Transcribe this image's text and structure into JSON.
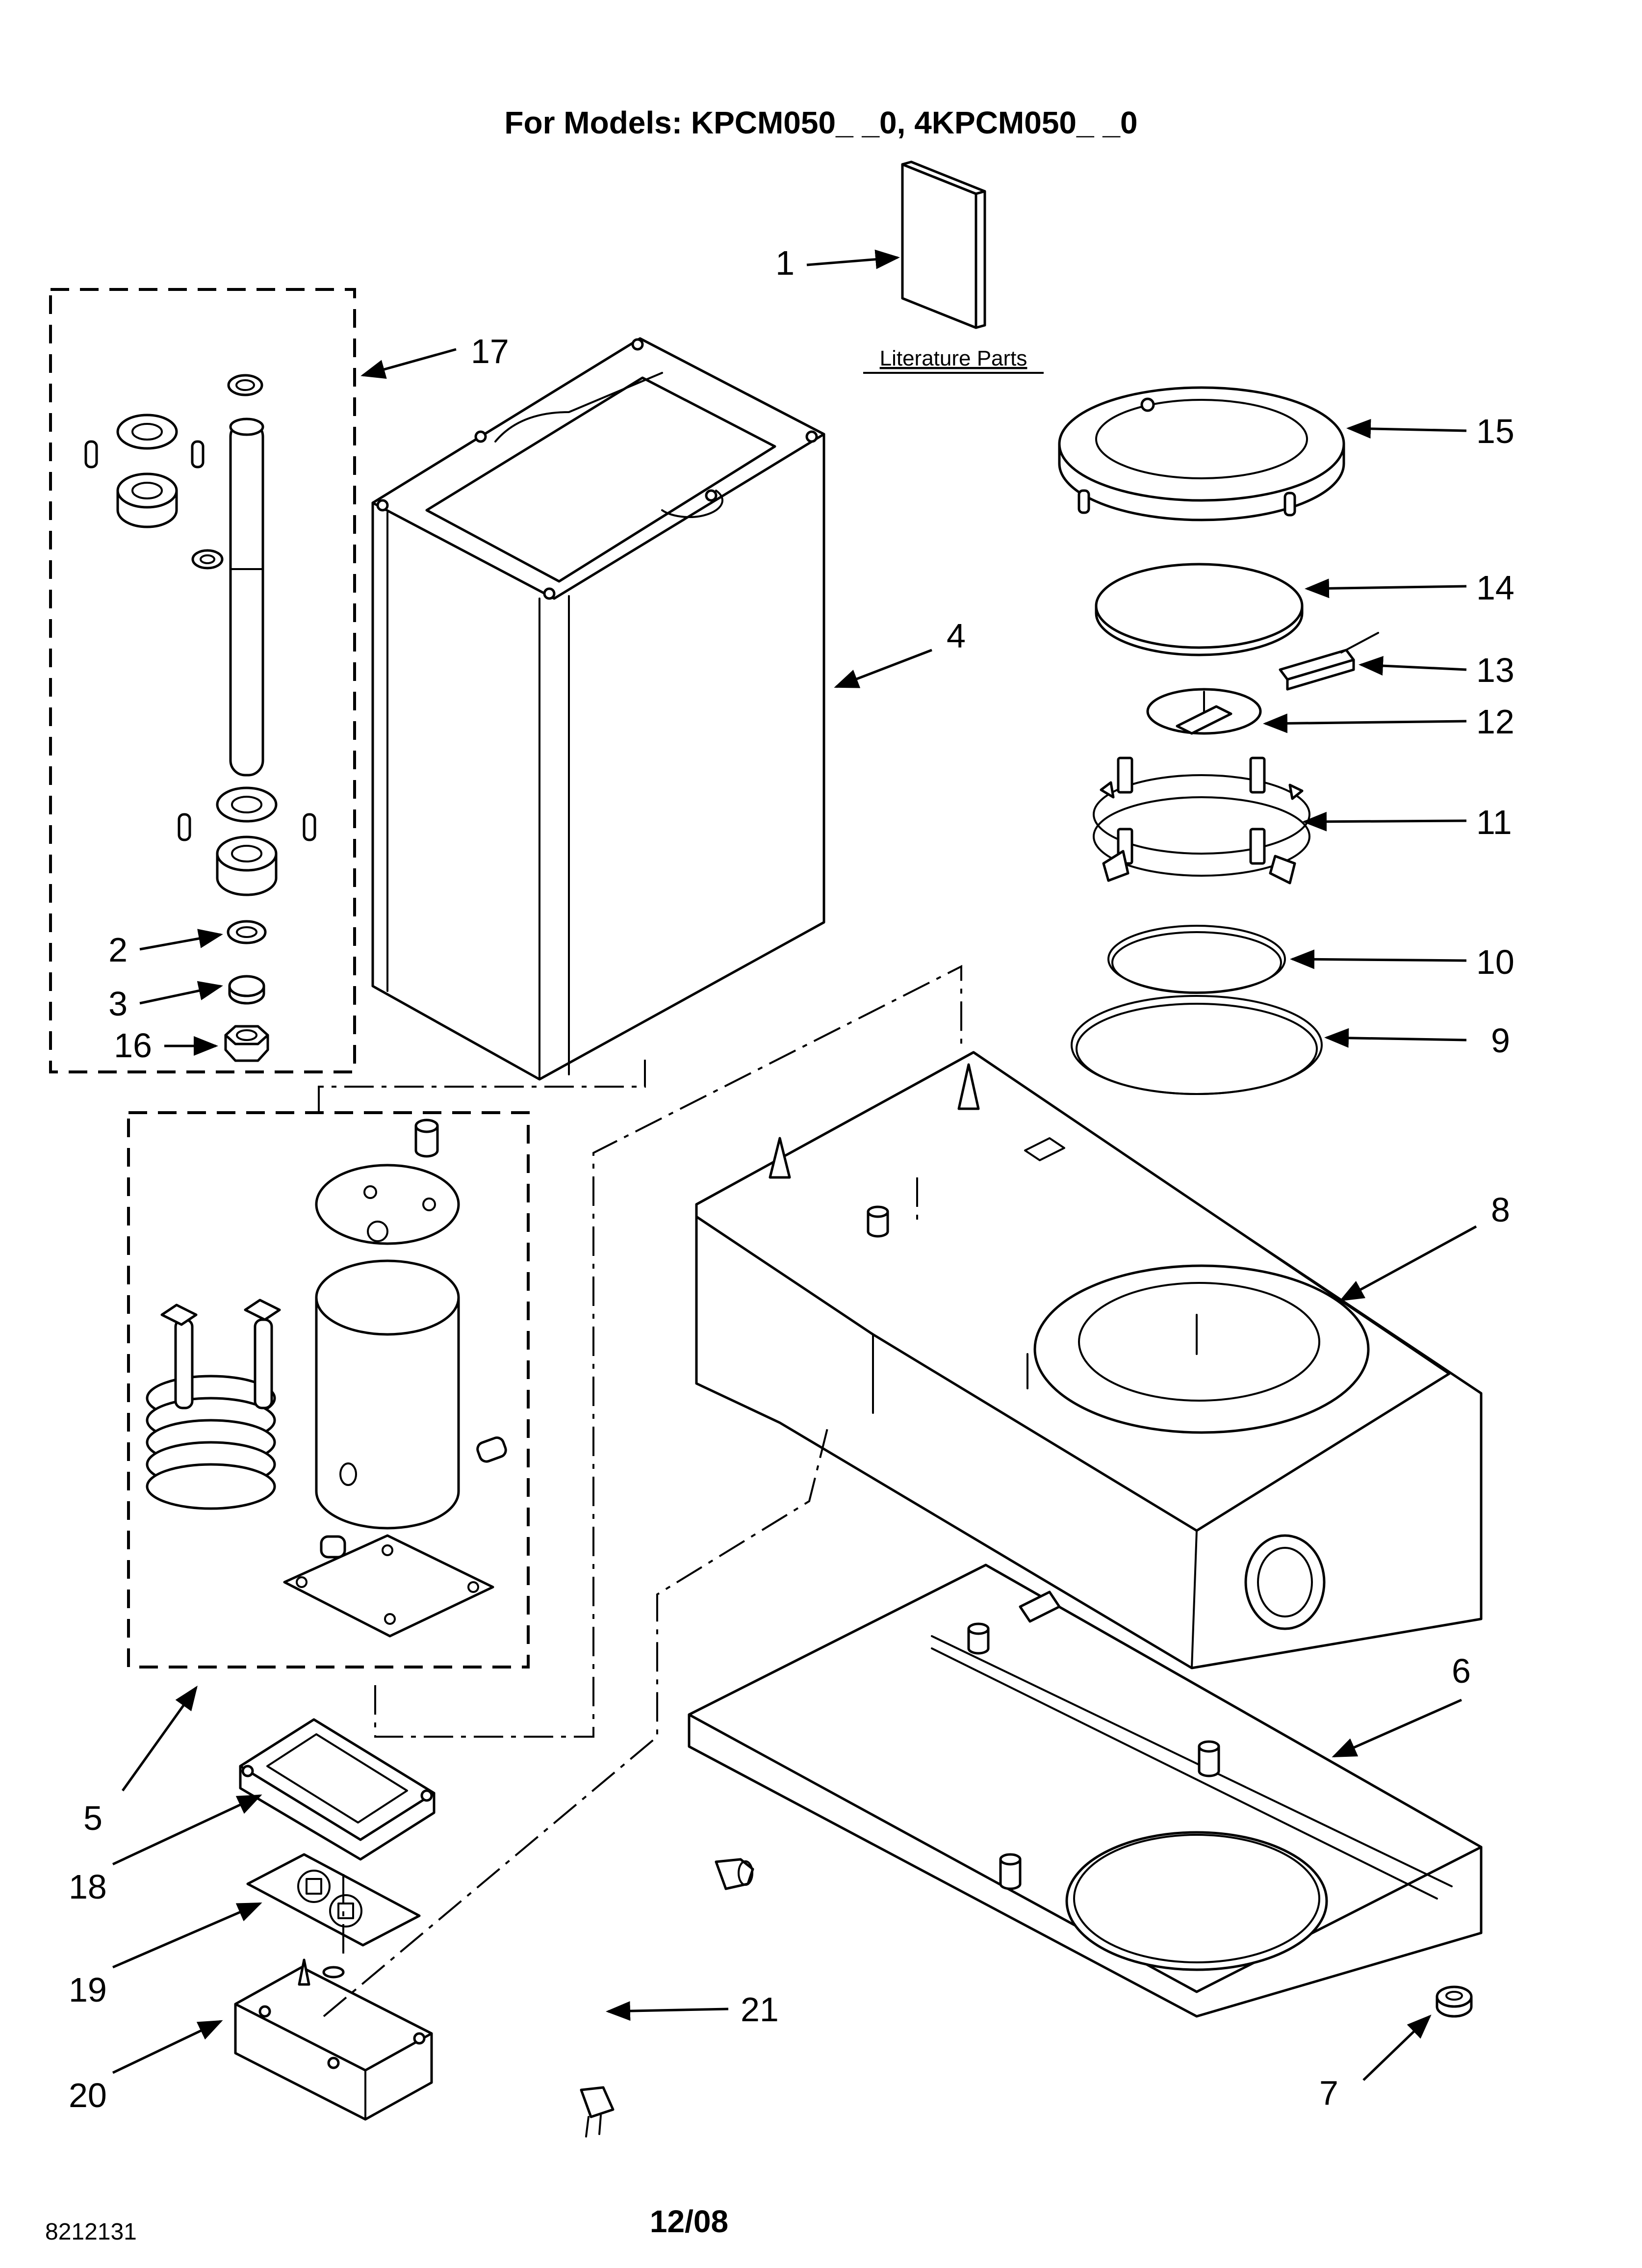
{
  "header": {
    "title": "For Models: KPCM050_ _0, 4KPCM050_ _0"
  },
  "literature_caption": "Literature Parts",
  "callouts": [
    {
      "id": "1",
      "label": "1"
    },
    {
      "id": "2",
      "label": "2"
    },
    {
      "id": "3",
      "label": "3"
    },
    {
      "id": "4",
      "label": "4"
    },
    {
      "id": "5",
      "label": "5"
    },
    {
      "id": "6",
      "label": "6"
    },
    {
      "id": "7",
      "label": "7"
    },
    {
      "id": "8",
      "label": "8"
    },
    {
      "id": "9",
      "label": "9"
    },
    {
      "id": "10",
      "label": "10"
    },
    {
      "id": "11",
      "label": "11"
    },
    {
      "id": "12",
      "label": "12"
    },
    {
      "id": "13",
      "label": "13"
    },
    {
      "id": "14",
      "label": "14"
    },
    {
      "id": "15",
      "label": "15"
    },
    {
      "id": "16",
      "label": "16"
    },
    {
      "id": "17",
      "label": "17"
    },
    {
      "id": "18",
      "label": "18"
    },
    {
      "id": "19",
      "label": "19"
    },
    {
      "id": "20",
      "label": "20"
    },
    {
      "id": "21",
      "label": "21"
    }
  ],
  "footer": {
    "doc_number": "8212131",
    "date": "12/08"
  }
}
